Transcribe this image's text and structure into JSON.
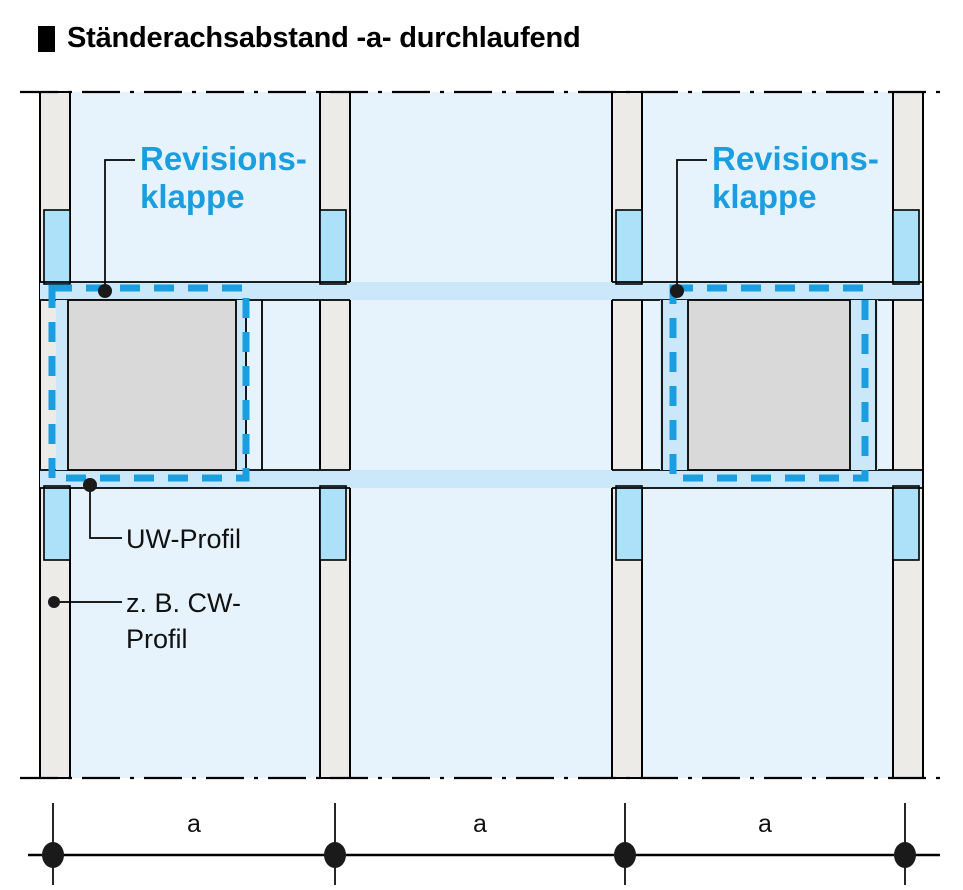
{
  "title": {
    "bullet_icon": "black-square-bullet",
    "text": "Ständerachsabstand -a- durchlaufend"
  },
  "colors": {
    "panel_fill": "#e6f3fd",
    "stud_fill": "#ecebe7",
    "uw_band_fill": "#bfe4fb",
    "uw_tab_fill": "#ade1fa",
    "opening_fill": "#d9d9d9",
    "accent_cyan": "#1a9ee0",
    "outline": "#000000",
    "label_text": "#111111"
  },
  "labels": {
    "revision_left": "Revisions-\nklappe",
    "revision_right": "Revisions-\nklappe",
    "uw_profil": "UW-Profil",
    "cw_profil": "z. B. CW-\nProfil"
  },
  "dimension": {
    "segments": [
      {
        "label": "a"
      },
      {
        "label": "a"
      },
      {
        "label": "a"
      }
    ],
    "marker_icon": "dimension-dot-marker",
    "axis_count": 4
  },
  "diagram": {
    "type": "construction-elevation",
    "description": "Drywall stud wall elevation with continuous stud axis spacing -a- and two inspection hatch openings",
    "bays": [
      {
        "name": "bay-left",
        "has_opening": true
      },
      {
        "name": "bay-middle",
        "has_opening": false
      },
      {
        "name": "bay-right",
        "has_opening": true
      }
    ],
    "studs": 4,
    "uw_rails": 2
  }
}
